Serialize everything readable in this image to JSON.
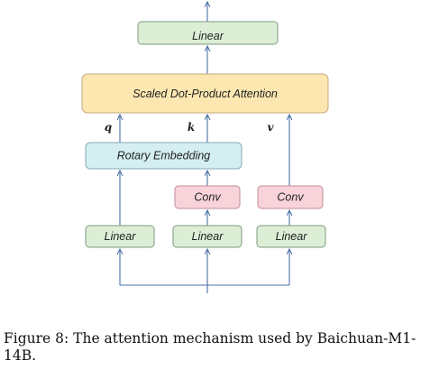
{
  "diagram": {
    "boxes": {
      "linear_top": "Linear",
      "attention": "Scaled Dot-Product Attention",
      "rotary": "Rotary Embedding",
      "conv_k": "Conv",
      "conv_v": "Conv",
      "linear_q": "Linear",
      "linear_k": "Linear",
      "linear_v": "Linear"
    },
    "labels": {
      "q": "q",
      "k": "k",
      "v": "v"
    },
    "colors": {
      "arrow": "#4a6fa5",
      "linear_fill": "#dcefd6",
      "linear_stroke": "#7e9a80",
      "attention_fill": "#fce7b0",
      "attention_stroke": "#c4a87c",
      "rotary_fill": "#d4eef2",
      "rotary_stroke": "#86aab8",
      "conv_fill": "#f8d3da",
      "conv_stroke": "#c08c98"
    }
  },
  "caption": "Figure 8: The attention mechanism used by Baichuan-M1-14B."
}
